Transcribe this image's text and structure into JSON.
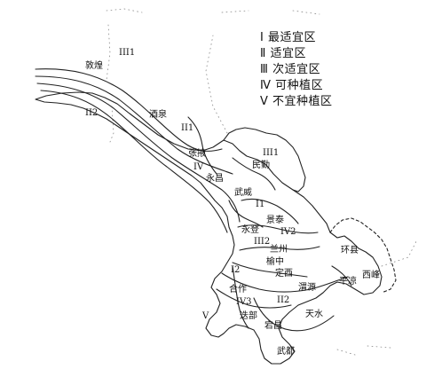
{
  "legend": {
    "items": [
      "Ⅰ 最适宜区",
      "Ⅱ 适宜区",
      "Ⅲ 次适宜区",
      "Ⅳ 可种植区",
      "Ⅴ 不宜种植区"
    ]
  },
  "places": {
    "dunhuang": "敦煌",
    "jiuquan": "酒泉",
    "zhangye": "张掖",
    "minqin": "民勤",
    "yongchang": "永昌",
    "wuwei": "武威",
    "jingtai": "景泰",
    "yongdeng": "永登",
    "lanzhou": "兰州",
    "yuzhong": "榆中",
    "dingxi": "定西",
    "huanxian": "环县",
    "xifeng": "西峰",
    "pingliang": "平凉",
    "weiyuan": "渭源",
    "hezuo": "合作",
    "tianshui": "天水",
    "dangchang": "宕昌",
    "diebu": "迭部",
    "wudu": "武都"
  },
  "zones": {
    "z_iii1_nw": "III1",
    "z_ii2_w": "II2",
    "z_ii1_a": "II1",
    "z_iv_a": "IV",
    "z_iii1_e": "III1",
    "z_i1": "I1",
    "z_iv2": "IV2",
    "z_iii2": "III2",
    "z_i2": "I2",
    "z_iv3": "IV3",
    "z_ii2_s": "II2",
    "z_v": "V"
  }
}
